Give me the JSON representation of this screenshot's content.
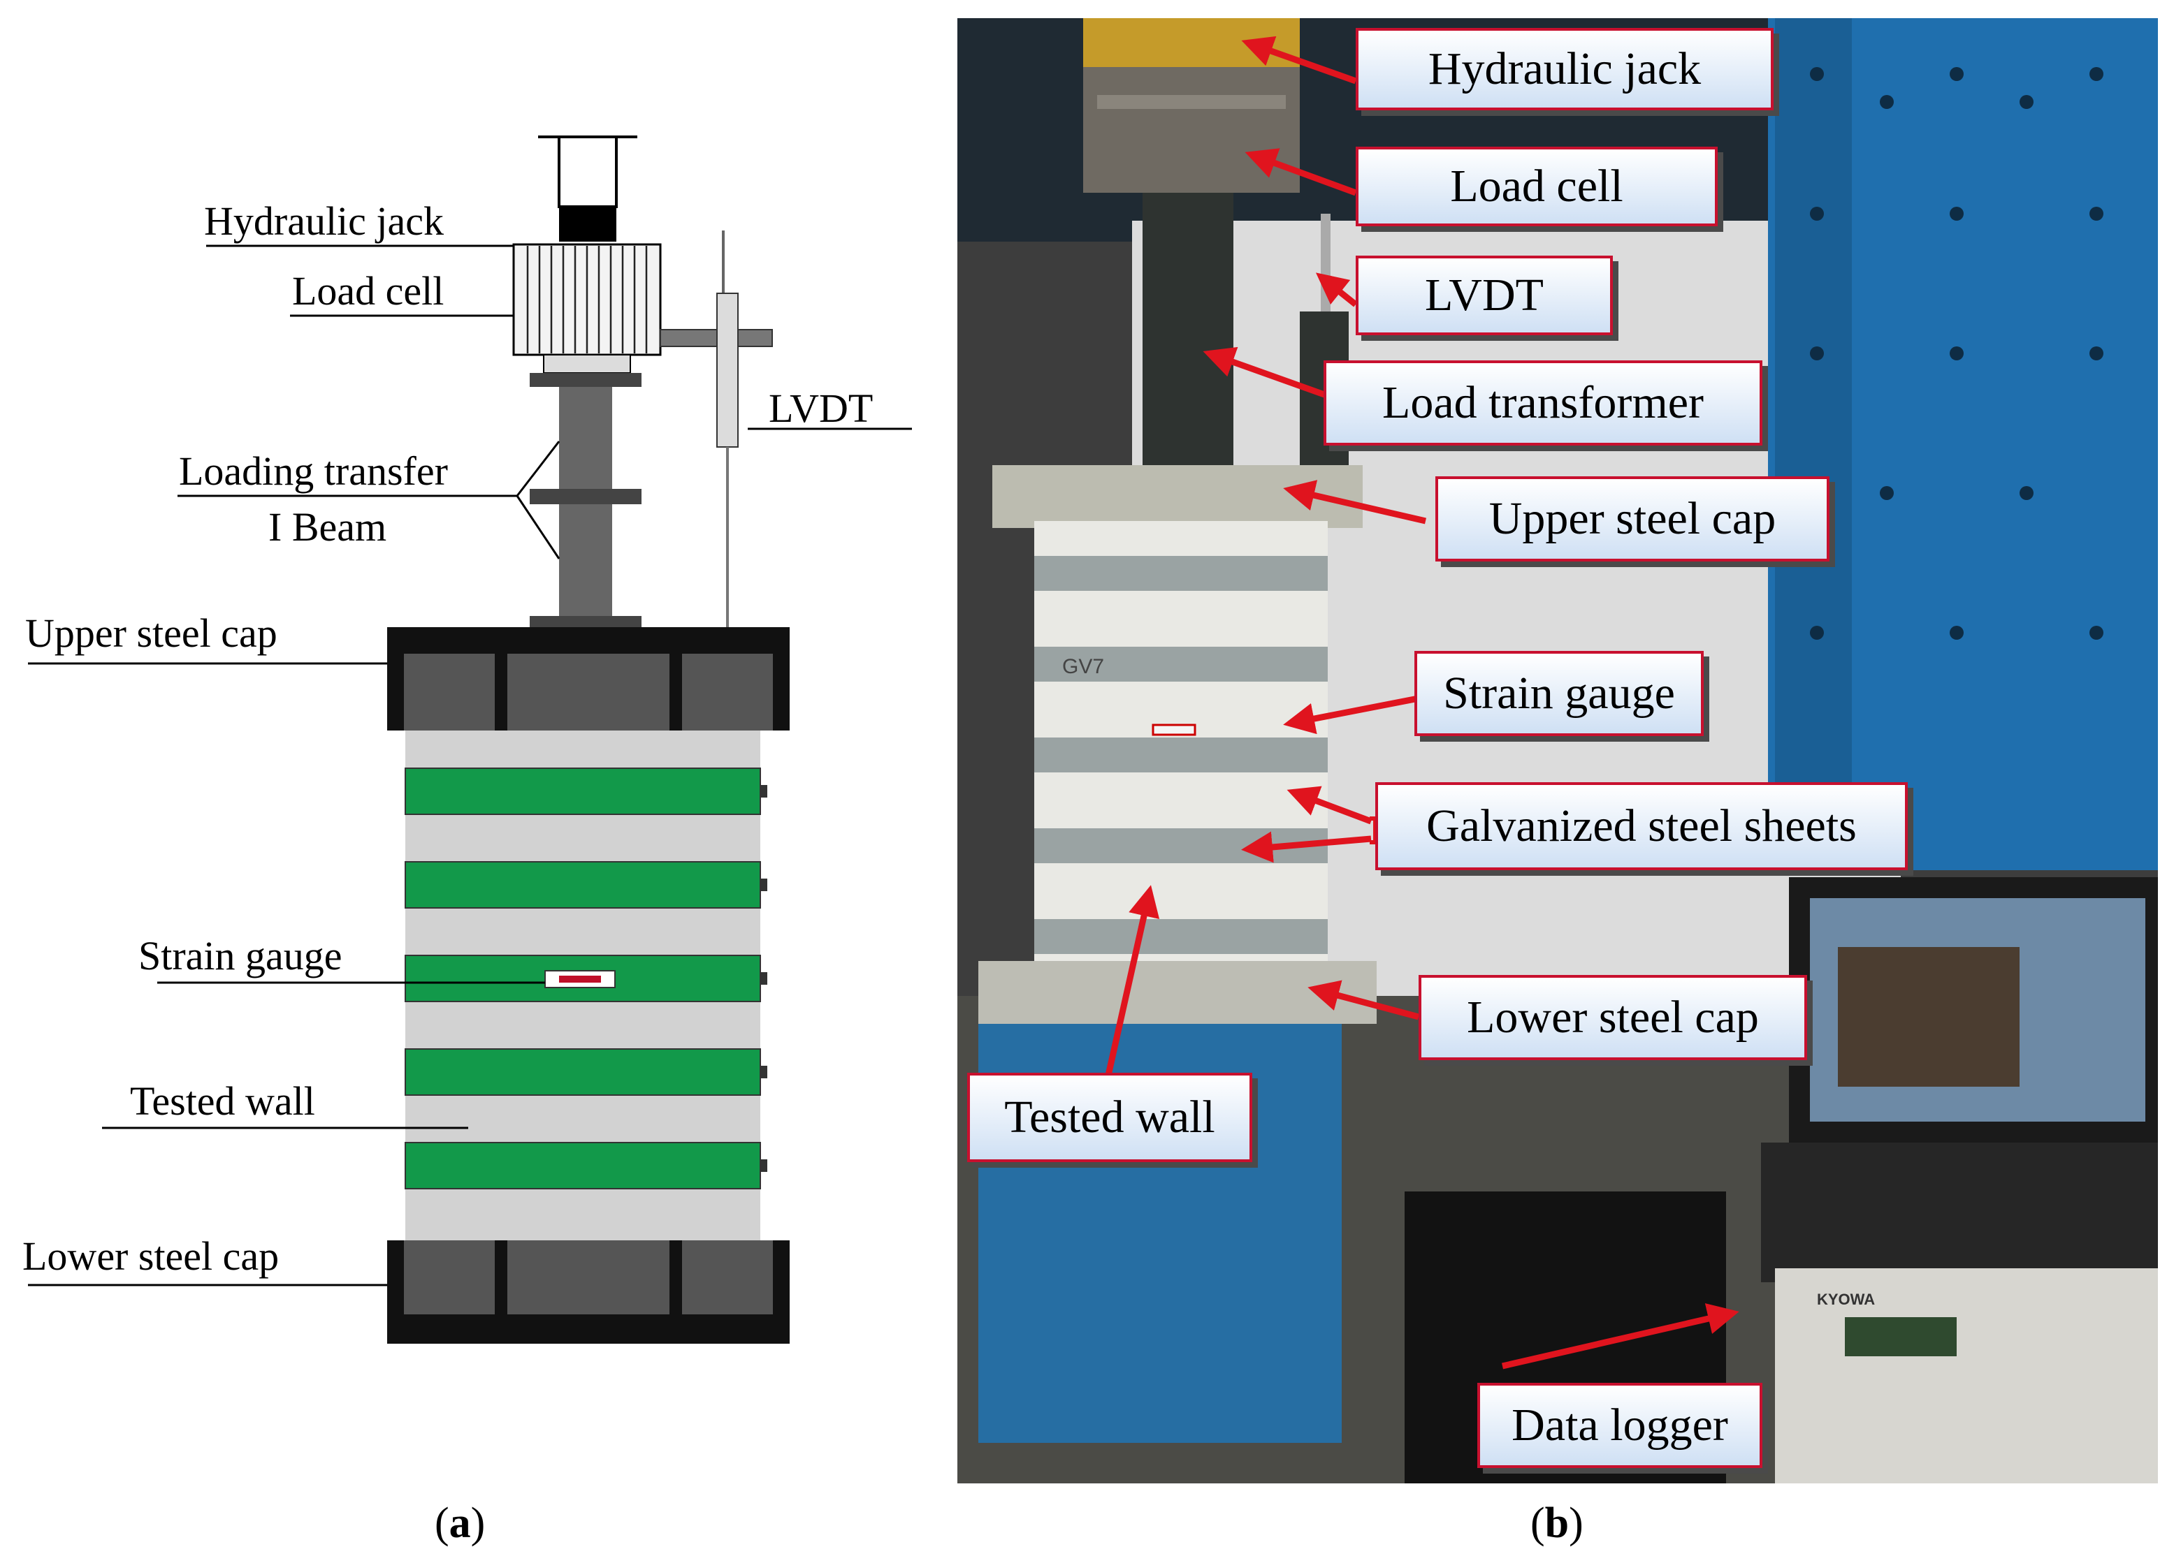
{
  "panel_a": {
    "caption_letter": "a",
    "labels": {
      "hydraulic_jack": "Hydraulic jack",
      "load_cell": "Load cell",
      "lvdt": "LVDT",
      "loading_transfer": "Loading transfer",
      "i_beam": "I Beam",
      "upper_steel_cap": "Upper steel cap",
      "strain_gauge": "Strain gauge",
      "tested_wall": "Tested wall",
      "lower_steel_cap": "Lower steel cap"
    },
    "colors": {
      "steel_sheet": "#12994a",
      "wall": "#d2d2d2",
      "cap": "#555555",
      "cap_edge": "#111111",
      "beam": "#666666"
    }
  },
  "panel_b": {
    "caption_letter": "b",
    "callouts": {
      "hydraulic_jack": "Hydraulic jack",
      "load_cell": "Load cell",
      "lvdt": "LVDT",
      "load_transformer": "Load transformer",
      "upper_steel_cap": "Upper steel cap",
      "strain_gauge": "Strain gauge",
      "galvanized_steel_sheets": "Galvanized steel sheets",
      "lower_steel_cap": "Lower steel cap",
      "tested_wall": "Tested wall",
      "data_logger": "Data logger"
    },
    "specimen_mark": "GV7",
    "logger_brand": "KYOWA",
    "colors": {
      "arrow": "#e0141e",
      "callout_border": "#c8102e"
    }
  }
}
